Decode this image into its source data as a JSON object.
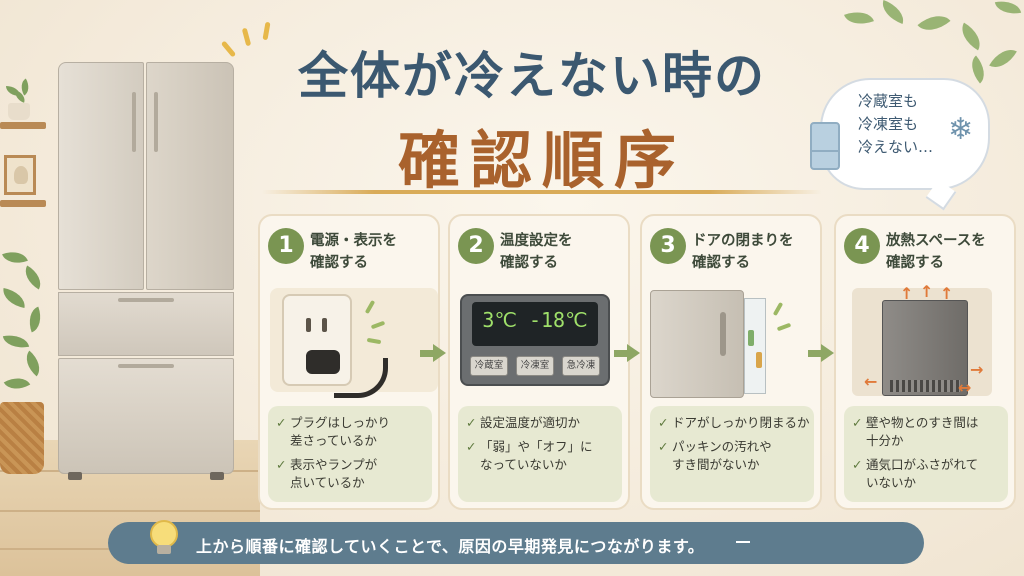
{
  "title": {
    "line1": "全体が冷えない時の",
    "line2": "確認順序"
  },
  "bubble": {
    "lines": [
      "冷蔵室も",
      "冷凍室も",
      "冷えない…"
    ],
    "icon": "snowflake-icon"
  },
  "steps": [
    {
      "number": "1",
      "heading": [
        "電源・表示を",
        "確認する"
      ],
      "illustration": "outlet-plug-icon",
      "checks": [
        [
          "プラグはしっかり",
          "差さっているか"
        ],
        [
          "表示やランプが",
          "点いているか"
        ]
      ]
    },
    {
      "number": "2",
      "heading": [
        "温度設定を",
        "確認する"
      ],
      "illustration": "control-panel-icon",
      "display": "3℃ -18℃",
      "buttons": [
        "冷蔵室",
        "冷凍室",
        "急冷凍"
      ],
      "checks": [
        [
          "設定温度が適切か"
        ],
        [
          "「弱」や「オフ」に",
          "なっていないか"
        ]
      ]
    },
    {
      "number": "3",
      "heading": [
        "ドアの閉まりを",
        "確認する"
      ],
      "illustration": "open-door-icon",
      "checks": [
        [
          "ドアがしっかり閉まるか"
        ],
        [
          "パッキンの汚れや",
          "すき間がないか"
        ]
      ]
    },
    {
      "number": "4",
      "heading": [
        "放熱スペースを",
        "確認する"
      ],
      "illustration": "heat-vent-icon",
      "checks": [
        [
          "壁や物とのすき間は",
          "十分か"
        ],
        [
          "通気口がふさがれて",
          "いないか"
        ]
      ]
    }
  ],
  "banner": {
    "text": "上から順番に確認していくことで、原因の早期発見につながります。",
    "icon": "lightbulb-icon"
  },
  "colors": {
    "title_blue": "#3b5870",
    "title_brown": "#a9622d",
    "step_green": "#7a9552",
    "banner_blue": "#5e7c8e",
    "check_bg": "#e7e9d2"
  }
}
